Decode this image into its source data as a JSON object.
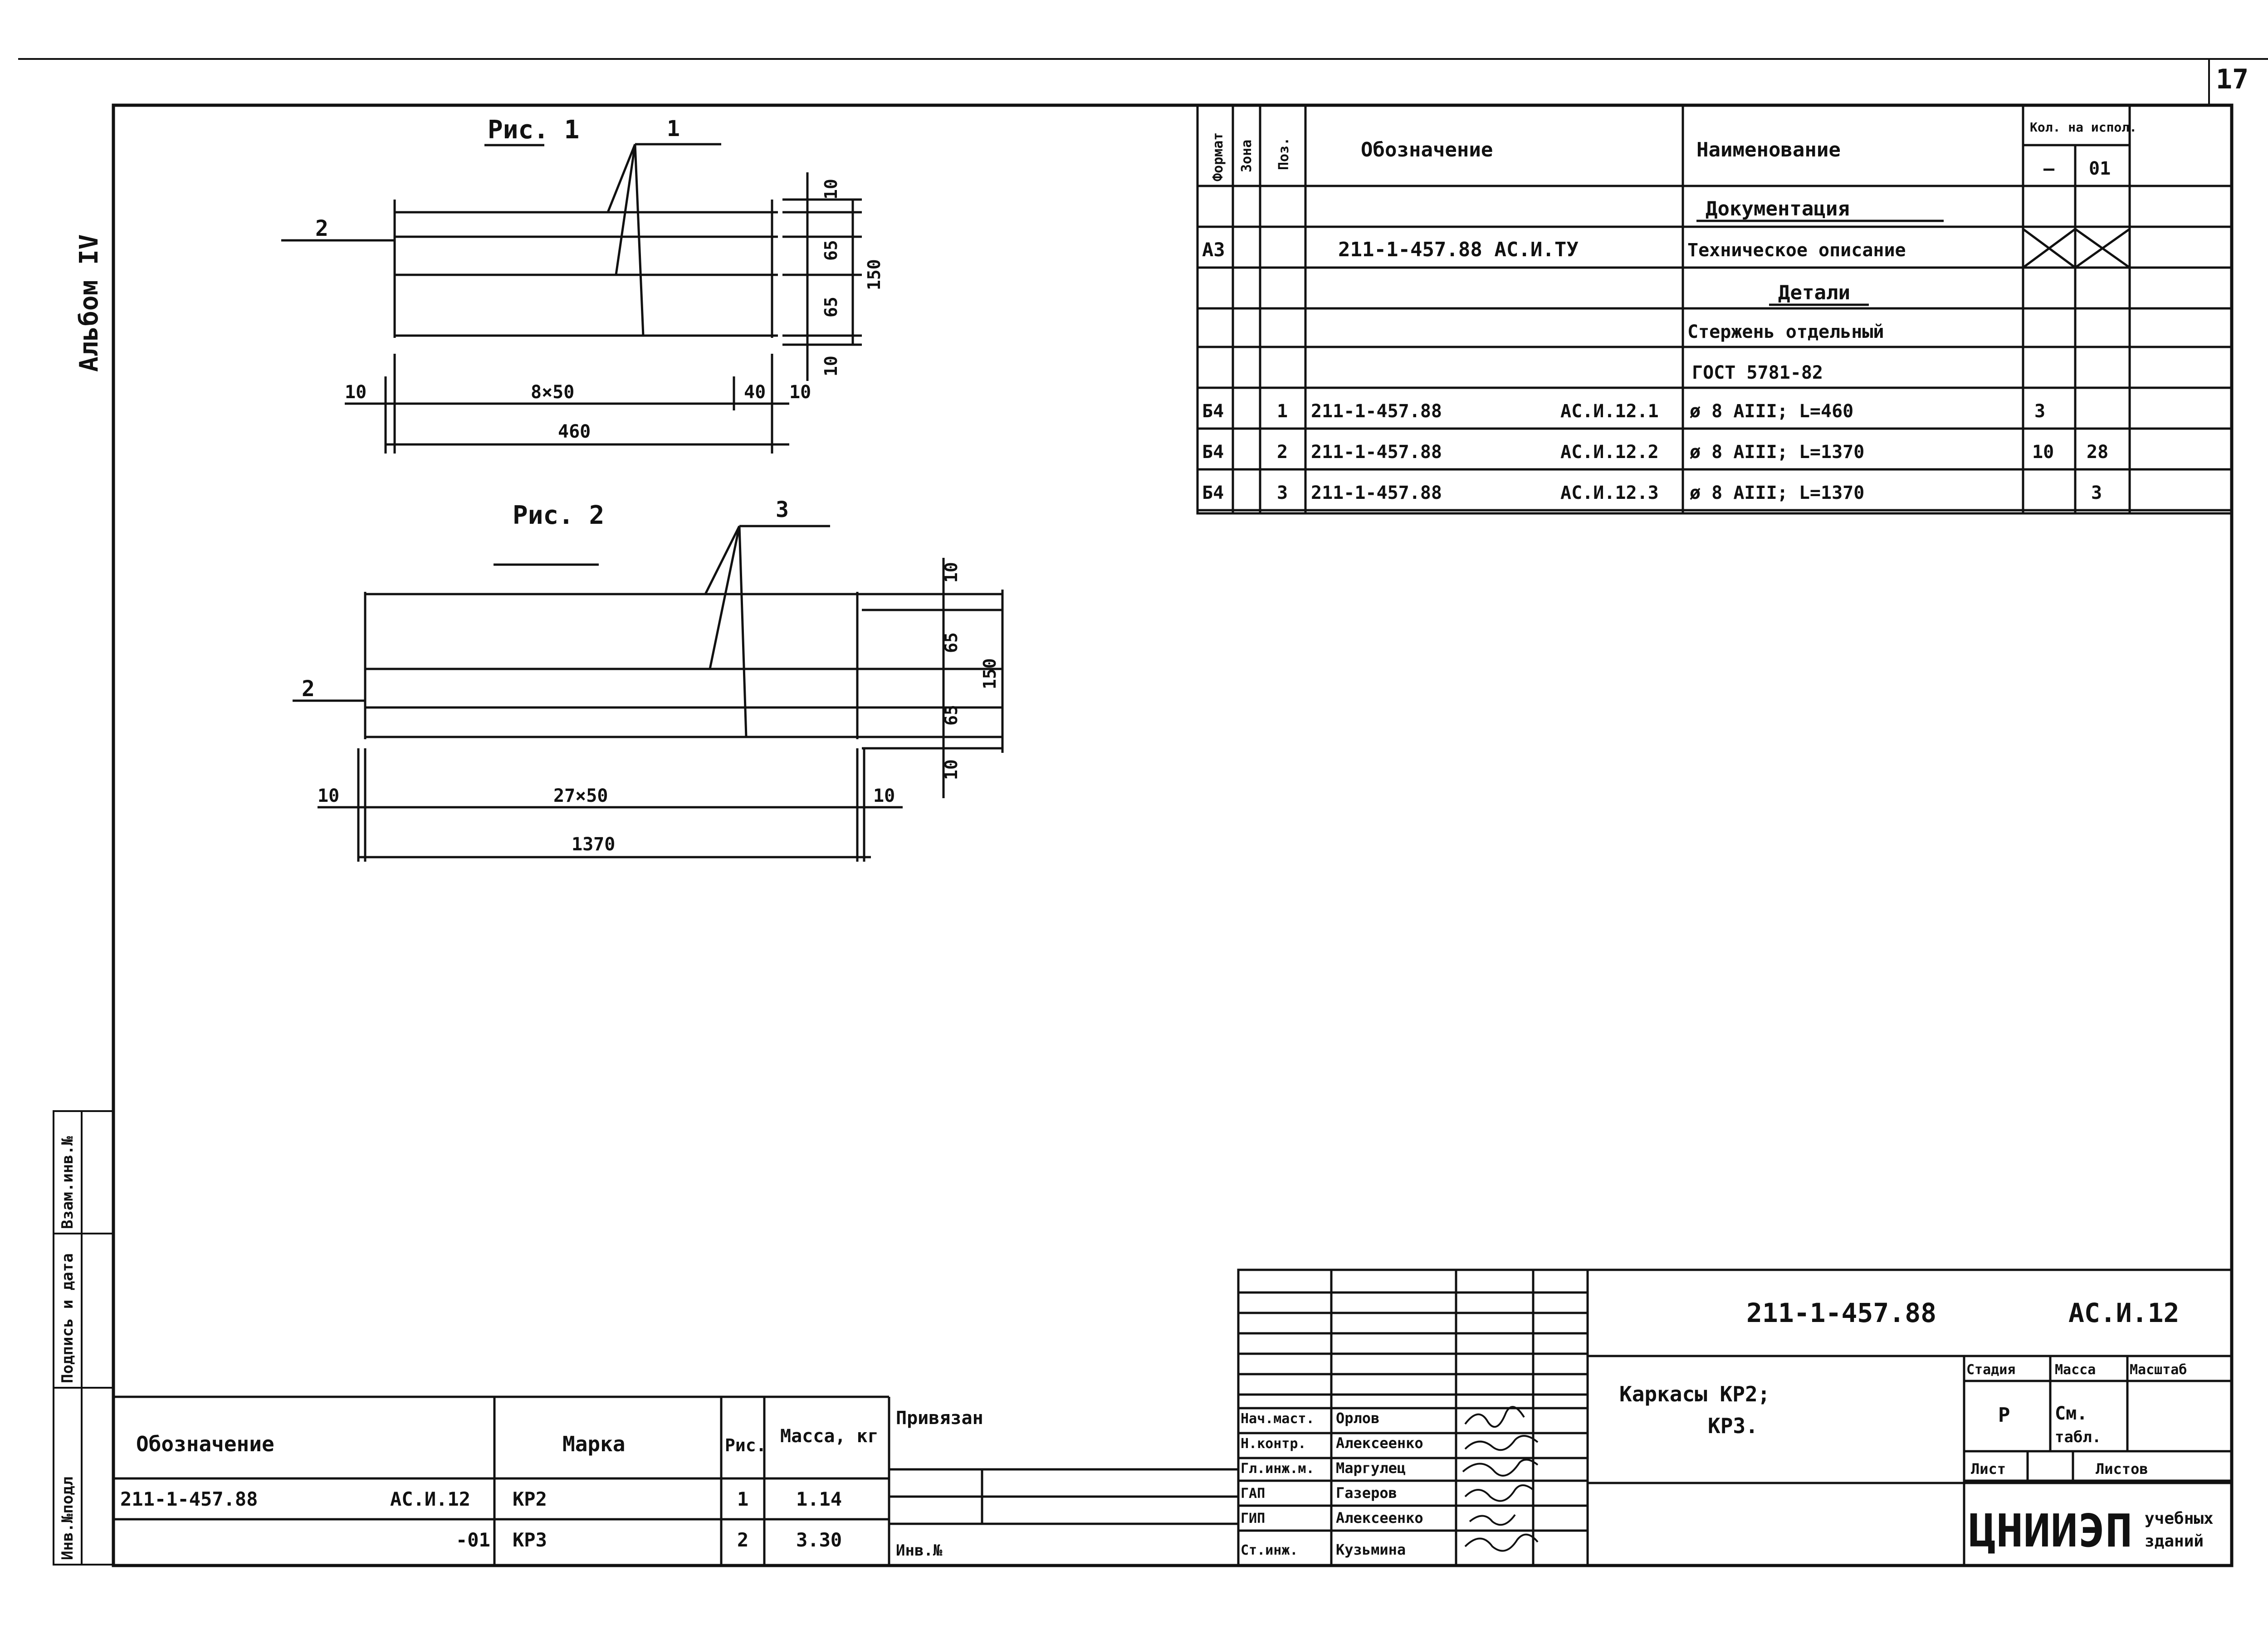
{
  "page_number": "17",
  "album_label": "Альбом IV",
  "side_stamp": {
    "inv_podl": "Инв.№подл",
    "podpis_data": "Подпись и дата",
    "vzam_inv": "Взам.инв.№"
  },
  "fig1": {
    "title": "Рис. 1",
    "leader_pos": "1",
    "side_pos": "2",
    "dims_vertical": [
      "10",
      "65",
      "65",
      "10"
    ],
    "dim_total_height": "150",
    "dim_left": "10",
    "dim_middle": "8×50",
    "dim_right_a": "40",
    "dim_right_b": "10",
    "dim_total_length": "460"
  },
  "fig2": {
    "title": "Рис. 2",
    "leader_pos": "3",
    "side_pos": "2",
    "dims_vertical": [
      "10",
      "65",
      "65",
      "10"
    ],
    "dim_total_height": "150",
    "dim_left": "10",
    "dim_middle": "27×50",
    "dim_right": "10",
    "dim_total_length": "1370"
  },
  "spec_table": {
    "headers": {
      "format": "Формат",
      "zone": "Зона",
      "pos": "Поз.",
      "designation": "Обозначение",
      "name": "Наименование",
      "qty": "Кол. на испол.",
      "qty_dash": "—",
      "qty_01": "01"
    },
    "section_doc": "Документация",
    "doc_row": {
      "format": "А3",
      "designation": "211-1-457.88 АС.И.ТУ",
      "name": "Техническое описание"
    },
    "section_details": "Детали",
    "details_name_1": "Стержень отдельный",
    "details_name_2": "ГОСТ 5781-82",
    "rows": [
      {
        "format": "Б4",
        "pos": "1",
        "des_a": "211-1-457.88",
        "des_b": "АС.И.12.1",
        "name": "ø 8 АIII; L=460",
        "qty_a": "3",
        "qty_b": ""
      },
      {
        "format": "Б4",
        "pos": "2",
        "des_a": "211-1-457.88",
        "des_b": "АС.И.12.2",
        "name": "ø 8 АIII; L=1370",
        "qty_a": "10",
        "qty_b": "28"
      },
      {
        "format": "Б4",
        "pos": "3",
        "des_a": "211-1-457.88",
        "des_b": "АС.И.12.3",
        "name": "ø 8 АIII; L=1370",
        "qty_a": "",
        "qty_b": "3"
      }
    ]
  },
  "marks_table": {
    "headers": {
      "designation": "Обозначение",
      "mark": "Марка",
      "fig": "Рис.",
      "mass": "Масса, кг"
    },
    "rows": [
      {
        "des_a": "211-1-457.88",
        "des_b": "АС.И.12",
        "mark": "КР2",
        "fig": "1",
        "mass": "1.14"
      },
      {
        "des_a": "",
        "des_b": "-01",
        "mark": "КР3",
        "fig": "2",
        "mass": "3.30"
      }
    ],
    "privyazan": "Привязан",
    "inv_no": "Инв.№"
  },
  "title_block": {
    "doc_code": "211-1-457.88",
    "doc_suffix": "АС.И.12",
    "title_1": "Каркасы КР2;",
    "title_2": "КР3.",
    "stage_label": "Стадия",
    "mass_label": "Масса",
    "scale_label": "Масштаб",
    "stage_value": "Р",
    "mass_value_1": "См.",
    "mass_value_2": "табл.",
    "sheet_label": "Лист",
    "sheets_label": "Листов",
    "org": "ЦНИИЭП",
    "org_sub_1": "учебных",
    "org_sub_2": "зданий",
    "people": [
      {
        "role": "Нач.маст.",
        "name": "Орлов"
      },
      {
        "role": "Н.контр.",
        "name": "Алексеенко"
      },
      {
        "role": "Гл.инж.м.",
        "name": "Маргулец"
      },
      {
        "role": "ГАП",
        "name": "Газеров"
      },
      {
        "role": "ГИП",
        "name": "Алексеенко"
      },
      {
        "role": "Ст.инж.",
        "name": "Кузьмина"
      }
    ]
  }
}
